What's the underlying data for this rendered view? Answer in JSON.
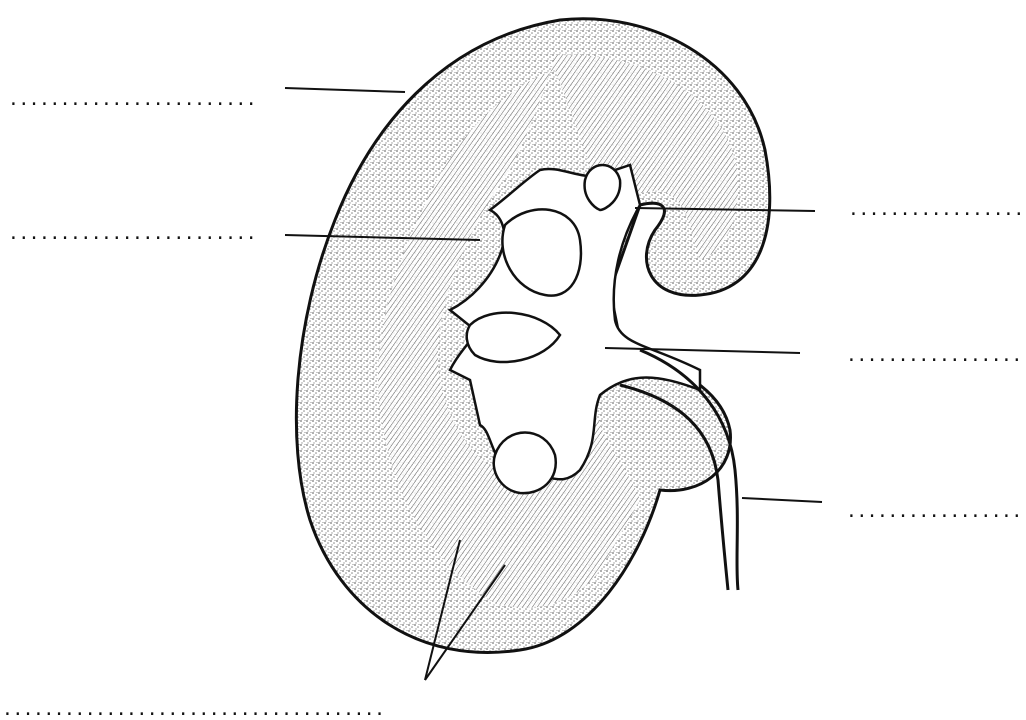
{
  "diagram": {
    "colors": {
      "ink": "#111111",
      "cortex_stipple": "#9a9a9a",
      "paper": "#ffffff"
    },
    "answer_blanks": [
      {
        "id": "label-1",
        "text": "........................"
      },
      {
        "id": "label-2",
        "text": "........................"
      },
      {
        "id": "label-3",
        "text": "................."
      },
      {
        "id": "label-4",
        "text": "................."
      },
      {
        "id": "label-5",
        "text": "................."
      },
      {
        "id": "label-6",
        "text": "....................................."
      }
    ]
  }
}
